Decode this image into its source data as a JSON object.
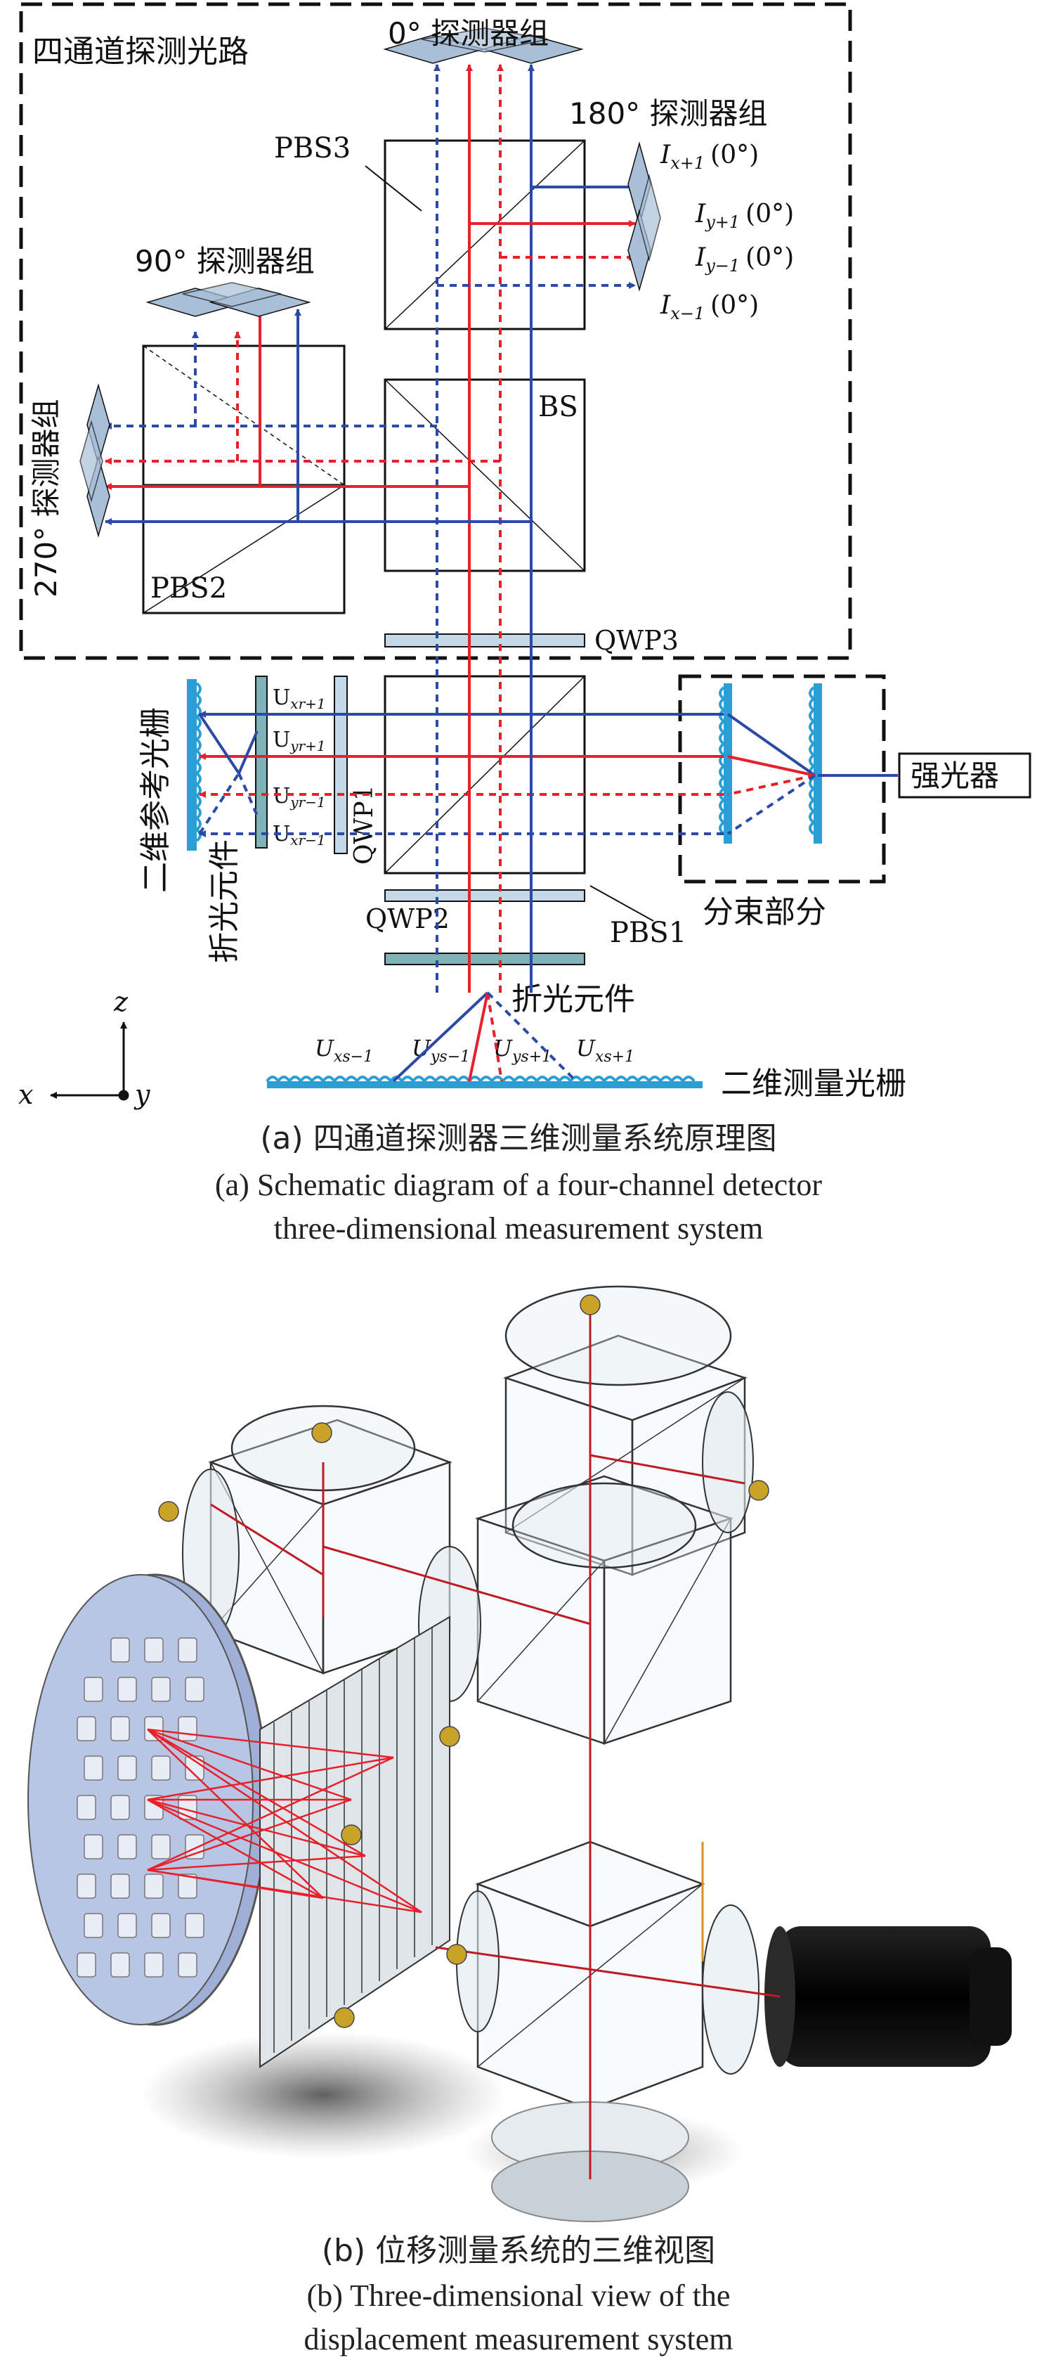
{
  "panel_a": {
    "detector_box_label": "四通道探测光路",
    "det_0": "0° 探测器组",
    "det_180": "180° 探测器组",
    "det_90": "90° 探测器组",
    "det_270": "270° 探测器组",
    "pbs1": "PBS1",
    "pbs2": "PBS2",
    "pbs3": "PBS3",
    "bs": "BS",
    "qwp1": "QWP1",
    "qwp2": "QWP2",
    "qwp3": "QWP3",
    "i_x_plus": "I",
    "i_x_plus_sub": "x+1",
    "i_y_plus": "I",
    "i_y_plus_sub": "y+1",
    "i_y_minus": "I",
    "i_y_minus_sub": "y−1",
    "i_x_minus": "I",
    "i_x_minus_sub": "x−1",
    "zero_deg": "(0°)",
    "u_xr_plus": "U",
    "u_xr_plus_sub": "xr+1",
    "u_yr_plus": "U",
    "u_yr_plus_sub": "yr+1",
    "u_yr_minus": "U",
    "u_yr_minus_sub": "yr−1",
    "u_xr_minus": "U",
    "u_xr_minus_sub": "xr−1",
    "reference_grating": "二维参考光栅",
    "refractive_left": "折光元件",
    "refractive_bottom": "折光元件",
    "laser": "强光器",
    "beam_split": "分束部分",
    "measure_grating": "二维测量光栅",
    "u_xs_minus": "U",
    "u_xs_minus_sub": "xs−1",
    "u_ys_minus": "U",
    "u_ys_minus_sub": "ys−1",
    "u_ys_plus": "U",
    "u_ys_plus_sub": "ys+1",
    "u_xs_plus": "U",
    "u_xs_plus_sub": "xs+1",
    "axis_x": "x",
    "axis_y": "y",
    "axis_z": "z",
    "caption_cn": "(a) 四通道探测器三维测量系统原理图",
    "caption_en_1": "(a) Schematic diagram of a four-channel detector",
    "caption_en_2": "three-dimensional measurement system"
  },
  "panel_b": {
    "caption_cn": "(b) 位移测量系统的三维视图",
    "caption_en_1": "(b) Three-dimensional view of the",
    "caption_en_2": "displacement measurement system"
  },
  "colors": {
    "red_beam": "#e8202a",
    "blue_beam": "#2b4aa8",
    "grating": "#2a9fd6",
    "detector": "#a9bfd8",
    "plate": "#c5d8e8",
    "reference_plate": "#7fb3b8"
  }
}
